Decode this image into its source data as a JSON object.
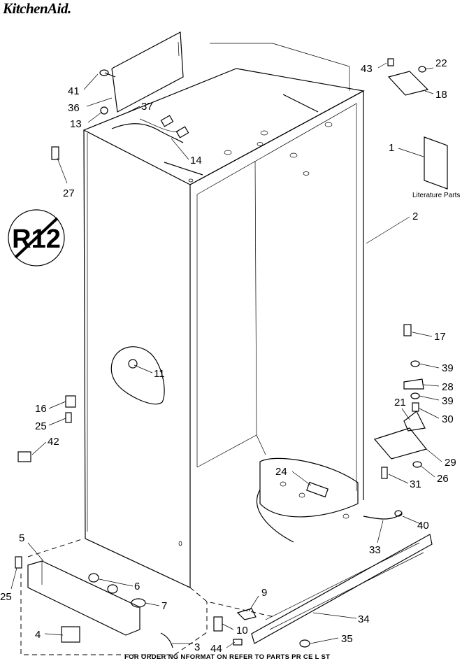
{
  "brand": "KitchenAid.",
  "footer_note": "FOR ORDER NG NFORMAT ON REFER TO PARTS PR CE L ST",
  "literature_label": "Literature Parts",
  "seal_text": "R12",
  "callouts": [
    {
      "id": "43",
      "text": "43"
    },
    {
      "id": "22",
      "text": "22"
    },
    {
      "id": "18",
      "text": "18"
    },
    {
      "id": "41",
      "text": "41"
    },
    {
      "id": "36",
      "text": "36"
    },
    {
      "id": "37",
      "text": "37"
    },
    {
      "id": "13",
      "text": "13"
    },
    {
      "id": "14",
      "text": "14"
    },
    {
      "id": "27",
      "text": "27"
    },
    {
      "id": "1",
      "text": "1"
    },
    {
      "id": "2",
      "text": "2"
    },
    {
      "id": "11",
      "text": "11"
    },
    {
      "id": "17",
      "text": "17"
    },
    {
      "id": "39a",
      "text": "39"
    },
    {
      "id": "28",
      "text": "28"
    },
    {
      "id": "39b",
      "text": "39"
    },
    {
      "id": "21",
      "text": "21"
    },
    {
      "id": "30",
      "text": "30"
    },
    {
      "id": "16",
      "text": "16"
    },
    {
      "id": "25a",
      "text": "25"
    },
    {
      "id": "42",
      "text": "42"
    },
    {
      "id": "29",
      "text": "29"
    },
    {
      "id": "24",
      "text": "24"
    },
    {
      "id": "26",
      "text": "26"
    },
    {
      "id": "31",
      "text": "31"
    },
    {
      "id": "40",
      "text": "40"
    },
    {
      "id": "5",
      "text": "5"
    },
    {
      "id": "33",
      "text": "33"
    },
    {
      "id": "6",
      "text": "6"
    },
    {
      "id": "25b",
      "text": "25"
    },
    {
      "id": "7",
      "text": "7"
    },
    {
      "id": "9",
      "text": "9"
    },
    {
      "id": "34",
      "text": "34"
    },
    {
      "id": "10",
      "text": "10"
    },
    {
      "id": "4",
      "text": "4"
    },
    {
      "id": "35",
      "text": "35"
    },
    {
      "id": "3",
      "text": "3"
    },
    {
      "id": "44",
      "text": "44"
    }
  ]
}
